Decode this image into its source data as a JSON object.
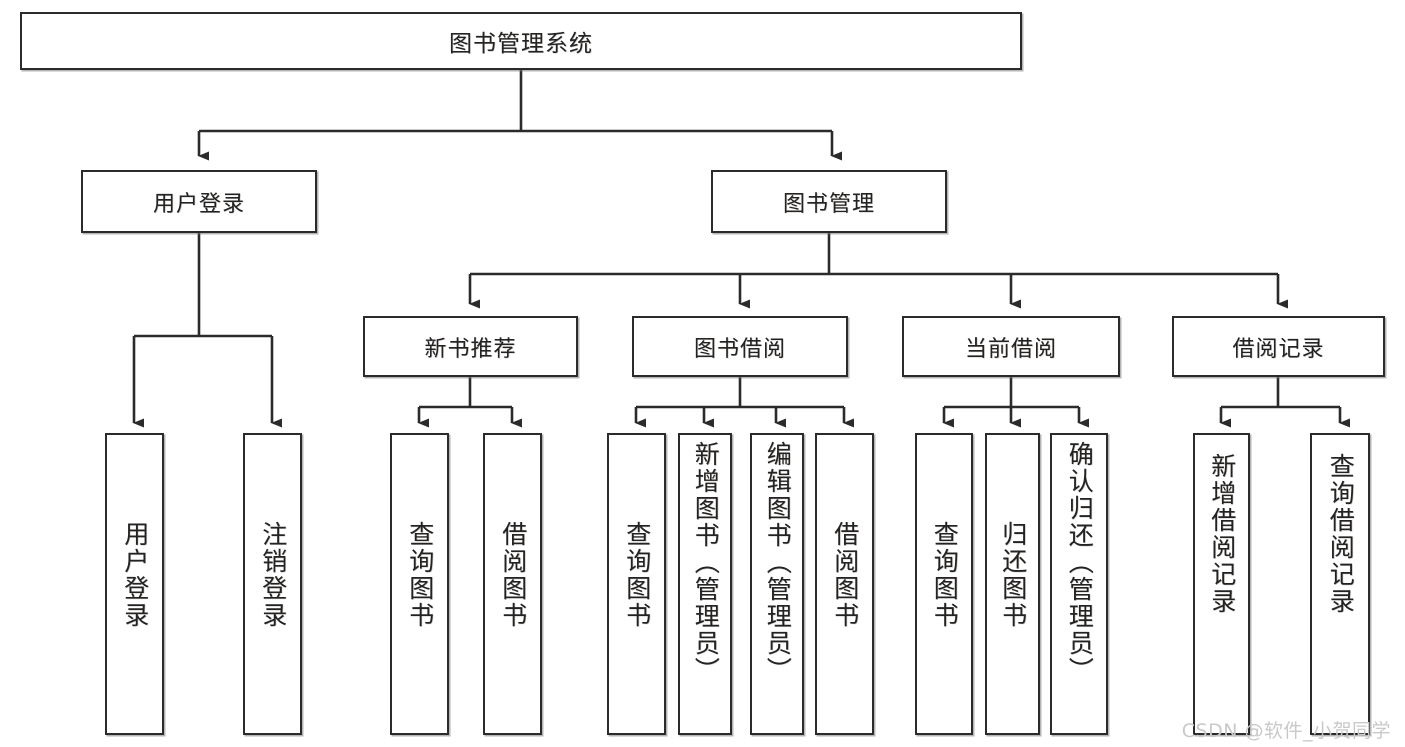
{
  "diagram": {
    "type": "hierarchy-tree",
    "title_node": {
      "id": "root",
      "label": "图书管理系统"
    },
    "level2": [
      {
        "id": "user-login",
        "label": "用户登录"
      },
      {
        "id": "book-manage",
        "label": "图书管理"
      }
    ],
    "level3": [
      {
        "id": "new-book-rec",
        "label": "新书推荐"
      },
      {
        "id": "book-borrow",
        "label": "图书借阅"
      },
      {
        "id": "current-borrow",
        "label": "当前借阅"
      },
      {
        "id": "borrow-record",
        "label": "借阅记录"
      }
    ],
    "leaves": [
      {
        "id": "leaf-user-login",
        "label": "用户登录",
        "parent": "user-login"
      },
      {
        "id": "leaf-logout-login",
        "label": "注销登录",
        "parent": "user-login"
      },
      {
        "id": "leaf-query-book-1",
        "label": "查询图书",
        "parent": "new-book-rec"
      },
      {
        "id": "leaf-borrow-book-1",
        "label": "借阅图书",
        "parent": "new-book-rec"
      },
      {
        "id": "leaf-query-book-2",
        "label": "查询图书",
        "parent": "book-borrow"
      },
      {
        "id": "leaf-add-book",
        "label": "新增图书（管理员）",
        "parent": "book-borrow"
      },
      {
        "id": "leaf-edit-book",
        "label": "编辑图书（管理员）",
        "parent": "book-borrow"
      },
      {
        "id": "leaf-borrow-book-2",
        "label": "借阅图书",
        "parent": "book-borrow"
      },
      {
        "id": "leaf-query-book-3",
        "label": "查询图书",
        "parent": "current-borrow"
      },
      {
        "id": "leaf-return-book",
        "label": "归还图书",
        "parent": "current-borrow"
      },
      {
        "id": "leaf-confirm-return",
        "label": "确认归还（管理员）",
        "parent": "current-borrow"
      },
      {
        "id": "leaf-add-record",
        "label": "新增借阅记录",
        "parent": "borrow-record"
      },
      {
        "id": "leaf-query-record",
        "label": "查询借阅记录",
        "parent": "borrow-record"
      }
    ],
    "watermark": "CSDN @软件_小贺同学",
    "colors": {
      "border": "#2b2b2b",
      "text": "#232323",
      "background": "#ffffff",
      "watermark": "#c9c9c9"
    }
  }
}
